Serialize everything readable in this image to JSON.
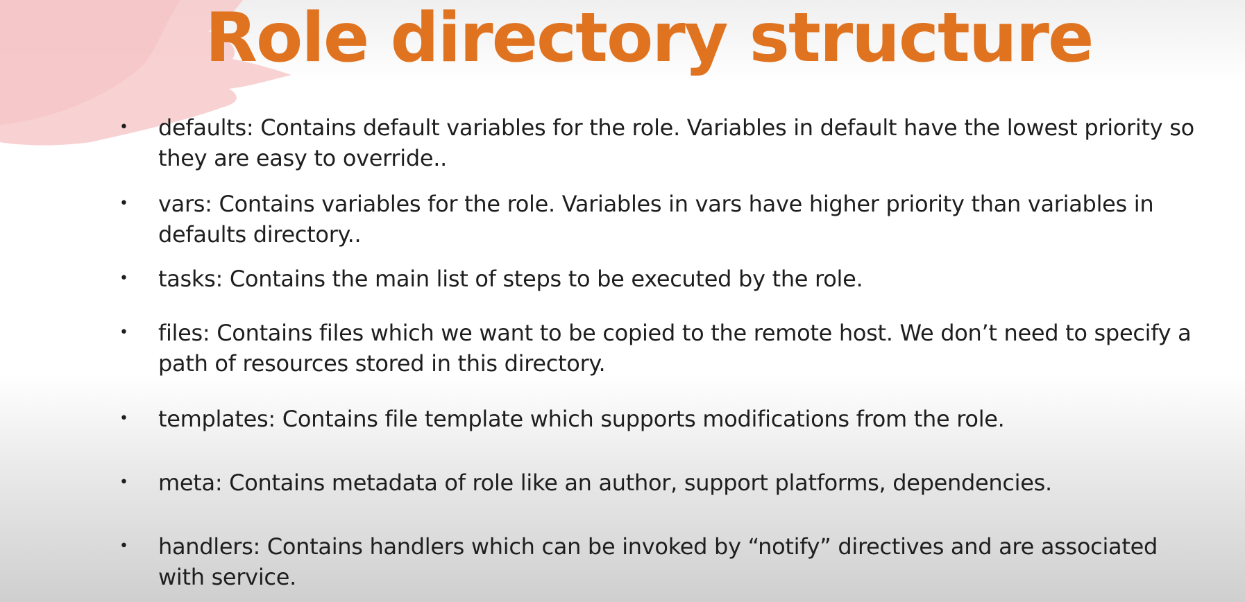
{
  "slide": {
    "title": "Role directory structure",
    "accent_color": "#e07320",
    "bullet_glyph": "•",
    "bullets": [
      "defaults: Contains default variables for the role. Variables in default have the lowest priority so they are easy to override..",
      "vars: Contains variables for the role. Variables in vars have higher priority than variables in defaults directory..",
      "tasks: Contains the main list of steps to be executed by the role.",
      "files: Contains files which we want to be copied to the remote host. We don’t need to specify a path of resources stored in this directory.",
      "templates: Contains file template which supports modifications from the role.",
      "meta: Contains metadata of role like an author, support platforms, dependencies.",
      "handlers: Contains handlers which can be invoked by “notify” directives and are associated with service."
    ]
  }
}
